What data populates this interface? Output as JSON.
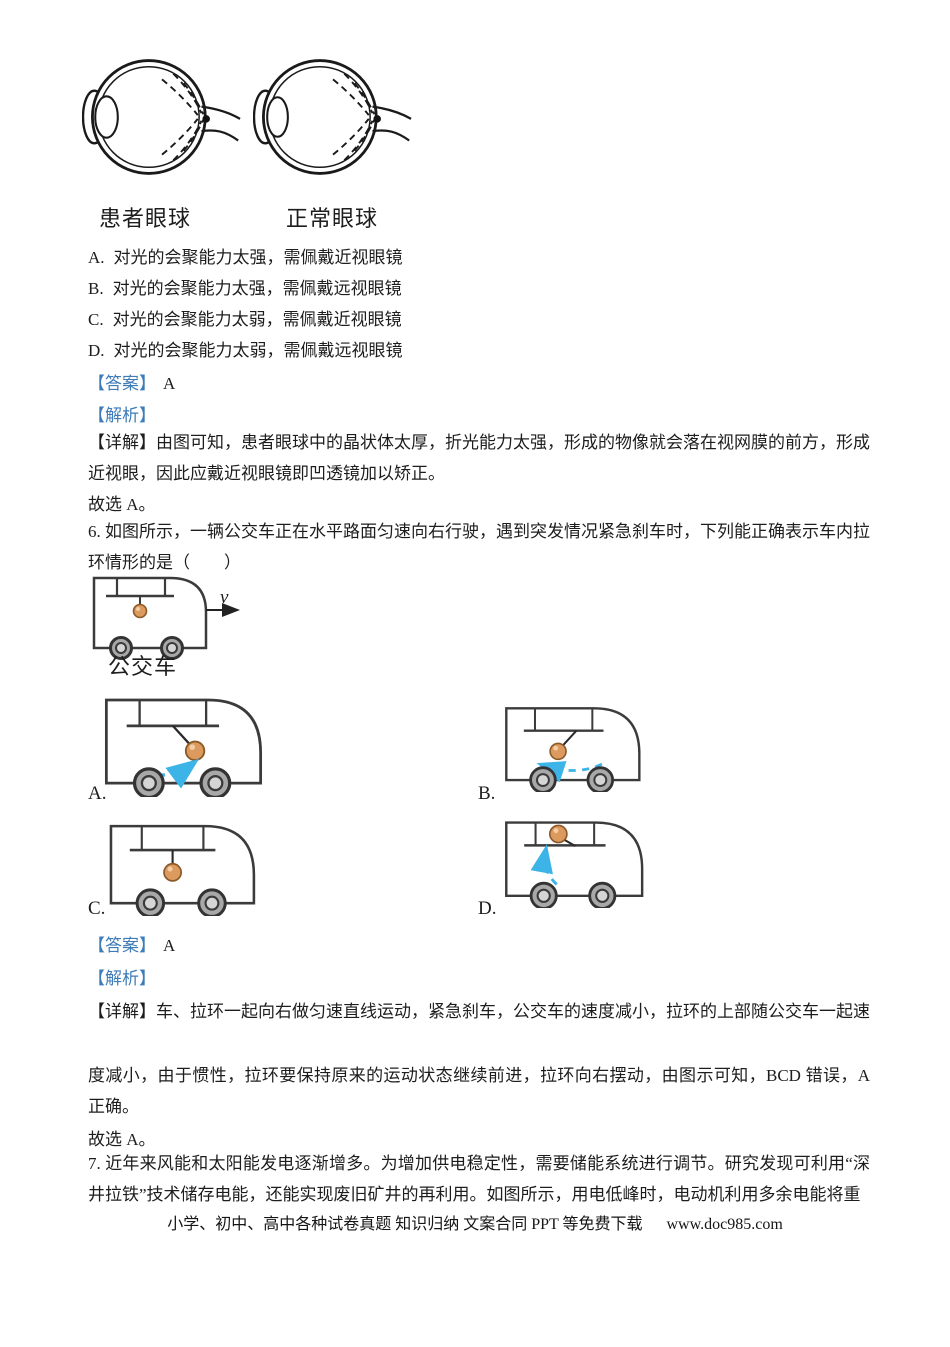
{
  "page": {
    "bg": "#ffffff",
    "accent_blue": "#3d7cb8",
    "arrow_cyan": "#3cb4e8",
    "ball_orange": "#dd9a5e"
  },
  "q5": {
    "figure": {
      "patient_label": "患者眼球",
      "normal_label": "正常眼球"
    },
    "options": [
      {
        "label": "A.",
        "text": "对光的会聚能力太强，需佩戴近视眼镜"
      },
      {
        "label": "B.",
        "text": "对光的会聚能力太强，需佩戴远视眼镜"
      },
      {
        "label": "C.",
        "text": "对光的会聚能力太弱，需佩戴近视眼镜"
      },
      {
        "label": "D.",
        "text": "对光的会聚能力太弱，需佩戴远视眼镜"
      }
    ],
    "answer_label": "【答案】",
    "answer": "A",
    "analysis_label": "【解析】",
    "detail_label": "【详解】",
    "detail": "由图可知，患者眼球中的晶状体太厚，折光能力太强，形成的物像就会落在视网膜的前方，形成近视眼，因此应戴近视眼镜即凹透镜加以矫正。",
    "conclusion": "故选 A。"
  },
  "q6": {
    "stem": "6. 如图所示，一辆公交车正在水平路面匀速向右行驶，遇到突发情况紧急刹车时，下列能正确表示车内拉环情形的是（　　）",
    "figure": {
      "bus_label": "公交车",
      "velocity_label": "v"
    },
    "option_labels": [
      "A.",
      "B.",
      "C.",
      "D."
    ],
    "answer_label": "【答案】",
    "answer": "A",
    "analysis_label": "【解析】",
    "detail_label": "【详解】",
    "detail_part1": "车、拉环一起向右做匀速直线运动，紧急刹车，公交车的速度减小，拉环的上部随公交车一起速",
    "detail_part2": "度减小，由于惯性，拉环要保持原来的运动状态继续前进，拉环向右摆动，由图示可知，BCD 错误，A 正确。",
    "conclusion": "故选 A。"
  },
  "q7": {
    "stem": "7. 近年来风能和太阳能发电逐渐增多。为增加供电稳定性，需要储能系统进行调节。研究发现可利用“深井拉铁”技术储存电能，还能实现废旧矿井的再利用。如图所示，用电低峰时，电动机利用多余电能将重"
  },
  "footer": {
    "text": "小学、初中、高中各种试卷真题 知识归纳 文案合同 PPT 等免费下载",
    "url": "www.doc985.com"
  }
}
